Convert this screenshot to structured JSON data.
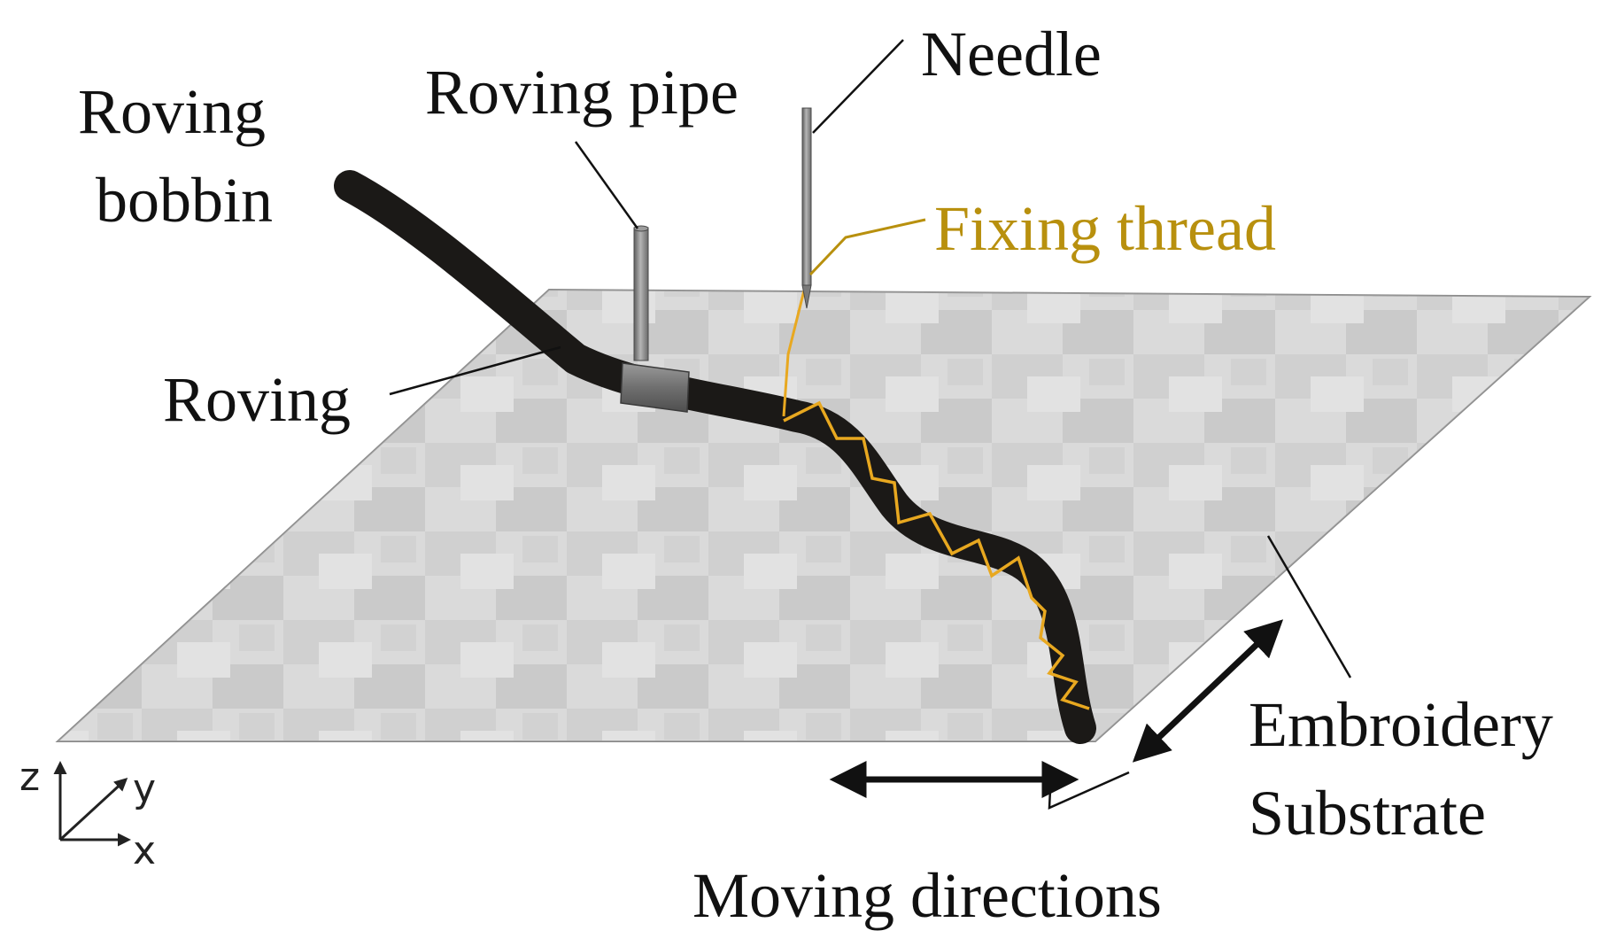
{
  "labels": {
    "needle": "Needle",
    "roving_pipe": "Roving pipe",
    "roving_bobbin_line1": "Roving",
    "roving_bobbin_line2": "bobbin",
    "fixing_thread": "Fixing thread",
    "roving": "Roving",
    "embroidery_line1": "Embroidery",
    "embroidery_line2": "Substrate",
    "moving_directions": "Moving directions"
  },
  "axes": {
    "z": "z",
    "y": "y",
    "x": "x"
  },
  "colors": {
    "thread": "#b8900e",
    "thread_stitch": "#e8a820",
    "roving": "#1b1917",
    "substrate": "#cfcfcf",
    "metal": "#8a8a8a"
  }
}
